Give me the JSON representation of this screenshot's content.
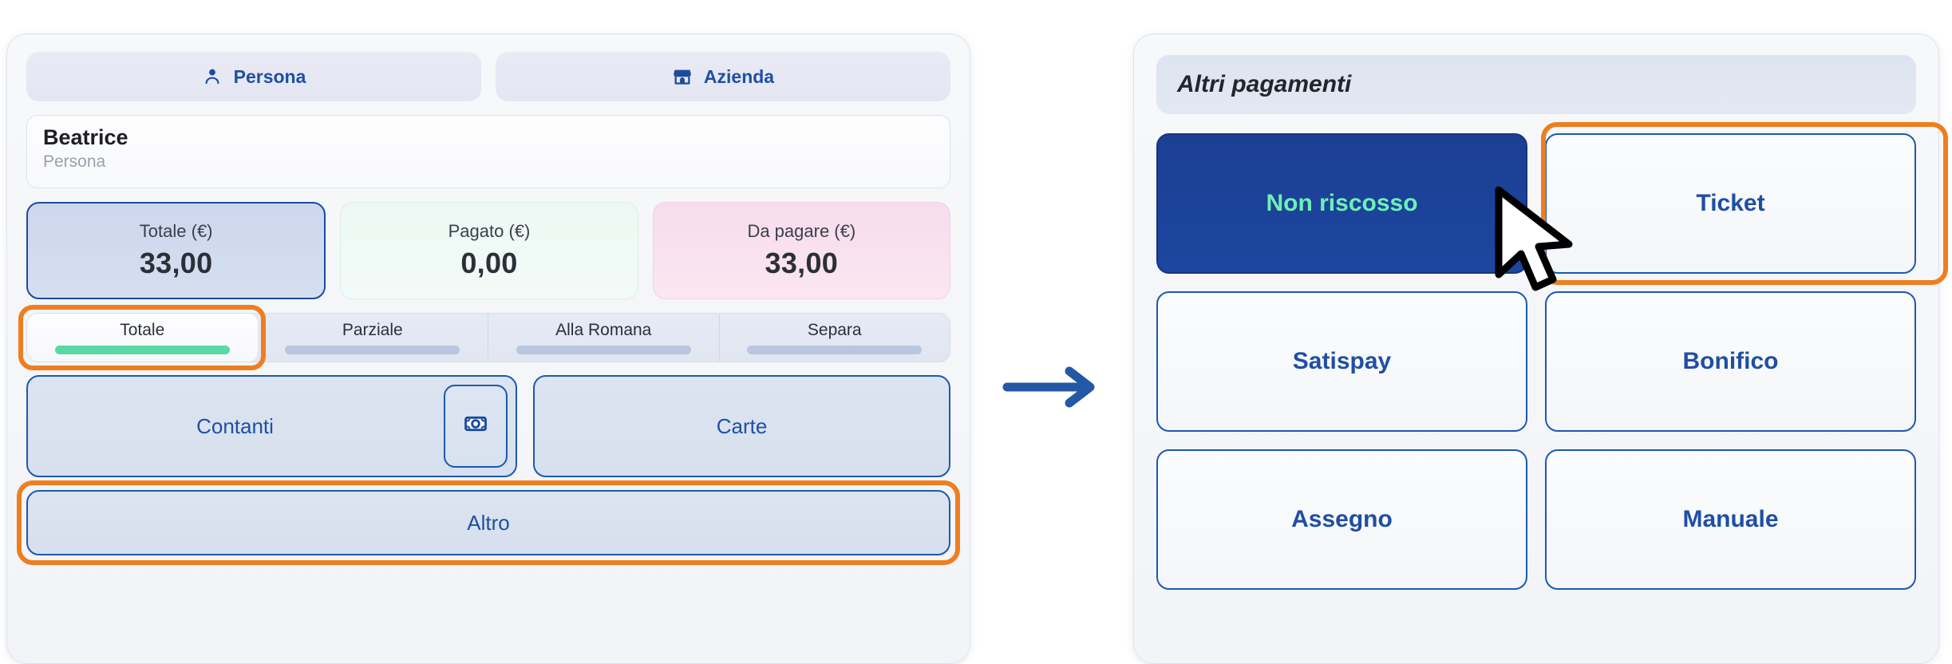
{
  "left_panel": {
    "tabs": [
      {
        "label": "Persona",
        "icon": "person-icon",
        "active": true
      },
      {
        "label": "Azienda",
        "icon": "storefront-icon",
        "active": false
      }
    ],
    "customer": {
      "name": "Beatrice",
      "type": "Persona"
    },
    "amounts": [
      {
        "label": "Totale (€)",
        "value": "33,00",
        "variant": "total"
      },
      {
        "label": "Pagato (€)",
        "value": "0,00",
        "variant": "paid"
      },
      {
        "label": "Da pagare (€)",
        "value": "33,00",
        "variant": "due"
      }
    ],
    "split_modes": [
      {
        "label": "Totale",
        "active": true
      },
      {
        "label": "Parziale",
        "active": false
      },
      {
        "label": "Alla Romana",
        "active": false
      },
      {
        "label": "Separa",
        "active": false
      }
    ],
    "payment_buttons": [
      {
        "label": "Contanti",
        "name": "contanti"
      },
      {
        "label": "Carte",
        "name": "carte"
      }
    ],
    "cash_icon": "banknote-icon",
    "other_button": {
      "label": "Altro"
    }
  },
  "arrow": {
    "icon": "arrow-right-icon"
  },
  "right_panel": {
    "header": "Altri pagamenti",
    "buttons": [
      {
        "label": "Non riscosso",
        "variant": "primary"
      },
      {
        "label": "Ticket",
        "variant": "default"
      },
      {
        "label": "Satispay",
        "variant": "default"
      },
      {
        "label": "Bonifico",
        "variant": "default"
      },
      {
        "label": "Assegno",
        "variant": "default"
      },
      {
        "label": "Manuale",
        "variant": "default"
      }
    ]
  },
  "colors": {
    "accent_blue": "#1f4fa3",
    "deep_navy": "#1b3f93",
    "mint_green": "#6ef0b4",
    "highlight_orange": "#ee7e20",
    "total_card": "#ccd7ee",
    "paid_card": "#eef8f3",
    "due_card": "#f7dced",
    "seg_active_bar": "#59d9a5"
  },
  "cursor": {
    "icon": "mouse-pointer-icon"
  }
}
